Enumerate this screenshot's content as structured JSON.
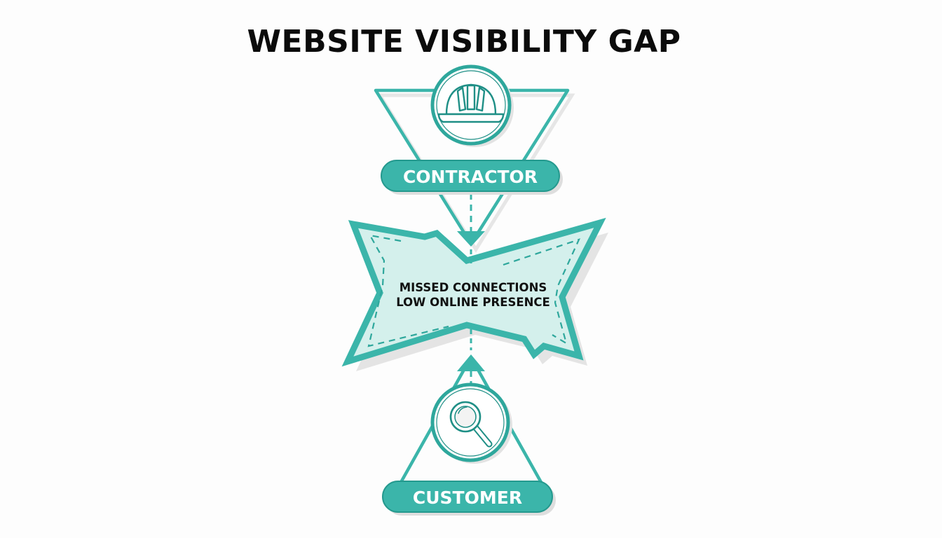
{
  "title": "WEBSITE VISIBILITY GAP",
  "colors": {
    "teal": "#3bb5aa",
    "teal_dark": "#1f8f86",
    "teal_light_fill": "#d4f0ec",
    "shadow": "#dcdcdc",
    "title_text": "#0b0b0b"
  },
  "nodes": {
    "contractor": {
      "label": "CONTRACTOR",
      "icon": "hard-hat-icon"
    },
    "gap": {
      "line1": "MISSED CONNECTIONS",
      "line2": "LOW ONLINE PRESENCE"
    },
    "customer": {
      "label": "CUSTOMER",
      "icon": "magnifying-glass-icon"
    }
  },
  "edges": [
    {
      "from": "contractor",
      "to": "gap",
      "style": "dashed-arrow-down"
    },
    {
      "from": "customer",
      "to": "gap",
      "style": "dashed-arrow-up"
    }
  ]
}
